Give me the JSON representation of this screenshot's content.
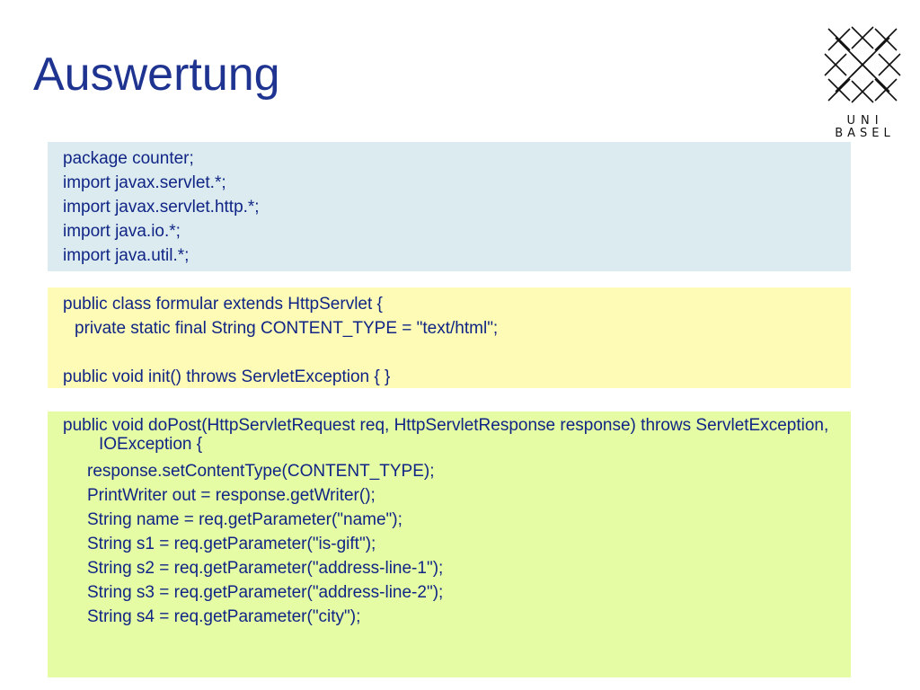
{
  "slide": {
    "title": "Auswertung"
  },
  "logo": {
    "line1": "UNI",
    "line2": "BASEL",
    "icon": "uni-basel-crest-icon"
  },
  "colors": {
    "title": "#1f3491",
    "code_text": "#102585",
    "imports_bg": "#dcebf0",
    "class_bg": "#fdfbb5",
    "dopost_bg": "#e5fca4"
  },
  "blocks": {
    "imports": {
      "lines": [
        "package counter;",
        "import javax.servlet.*;",
        "import javax.servlet.http.*;",
        "import java.io.*;",
        "import java.util.*;"
      ]
    },
    "class_decl": {
      "lines": [
        "public class formular extends HttpServlet {",
        "private static final String CONTENT_TYPE = \"text/html\";",
        "",
        "public void init() throws ServletException { }"
      ]
    },
    "dopost": {
      "signature": "public void doPost(HttpServletRequest req, HttpServletResponse response) throws ServletException, IOException {",
      "lines": [
        "response.setContentType(CONTENT_TYPE);",
        "PrintWriter out = response.getWriter();",
        "String name = req.getParameter(\"name\");",
        "String s1 = req.getParameter(\"is-gift\");",
        "String s2 = req.getParameter(\"address-line-1\");",
        "String s3 = req.getParameter(\"address-line-2\");",
        "String s4 = req.getParameter(\"city\");"
      ]
    }
  }
}
